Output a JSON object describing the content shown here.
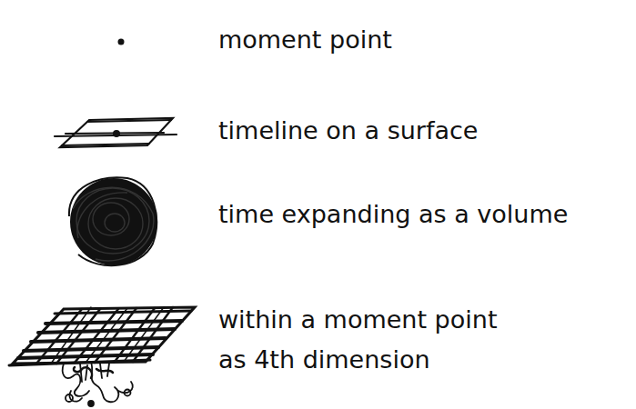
{
  "diagram": {
    "labels": [
      "moment point",
      "timeline on a surface",
      "time expanding as a volume",
      "within a moment point as 4th dimension"
    ]
  }
}
